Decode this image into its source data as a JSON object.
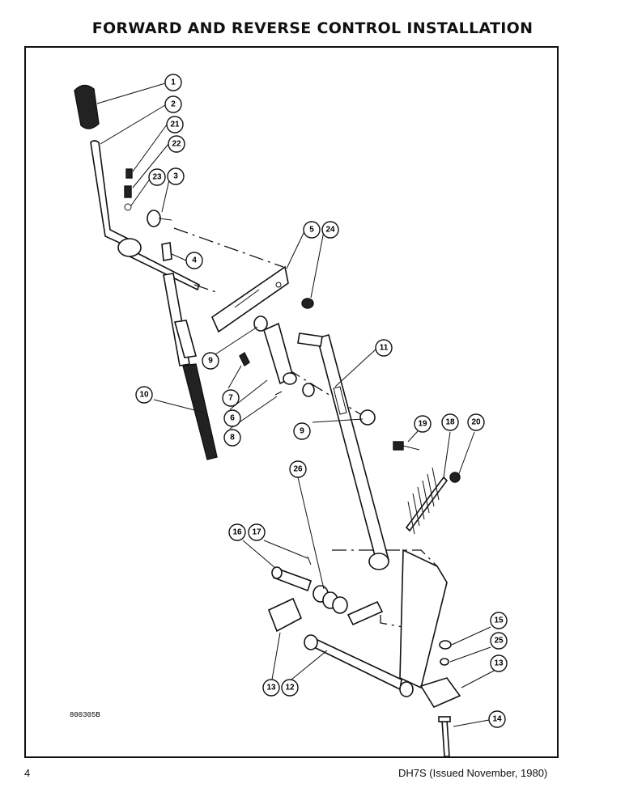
{
  "header": {
    "title": "FORWARD AND REVERSE CONTROL INSTALLATION"
  },
  "figure": {
    "code": "800305B",
    "callouts": [
      {
        "id": "c1",
        "label": "1"
      },
      {
        "id": "c2",
        "label": "2"
      },
      {
        "id": "c21",
        "label": "21"
      },
      {
        "id": "c22",
        "label": "22"
      },
      {
        "id": "c23",
        "label": "23"
      },
      {
        "id": "c3",
        "label": "3"
      },
      {
        "id": "c4",
        "label": "4"
      },
      {
        "id": "c5",
        "label": "5"
      },
      {
        "id": "c24",
        "label": "24"
      },
      {
        "id": "c9a",
        "label": "9"
      },
      {
        "id": "c11",
        "label": "11"
      },
      {
        "id": "c7",
        "label": "7"
      },
      {
        "id": "c6",
        "label": "6"
      },
      {
        "id": "c8",
        "label": "8"
      },
      {
        "id": "c9b",
        "label": "9"
      },
      {
        "id": "c10",
        "label": "10"
      },
      {
        "id": "c19",
        "label": "19"
      },
      {
        "id": "c18",
        "label": "18"
      },
      {
        "id": "c20",
        "label": "20"
      },
      {
        "id": "c26",
        "label": "26"
      },
      {
        "id": "c16",
        "label": "16"
      },
      {
        "id": "c17",
        "label": "17"
      },
      {
        "id": "c15",
        "label": "15"
      },
      {
        "id": "c25",
        "label": "25"
      },
      {
        "id": "c13a",
        "label": "13"
      },
      {
        "id": "c13b",
        "label": "13"
      },
      {
        "id": "c12",
        "label": "12"
      },
      {
        "id": "c14",
        "label": "14"
      }
    ]
  },
  "footer": {
    "page_number": "4",
    "document": "DH7S (Issued November, 1980)"
  }
}
